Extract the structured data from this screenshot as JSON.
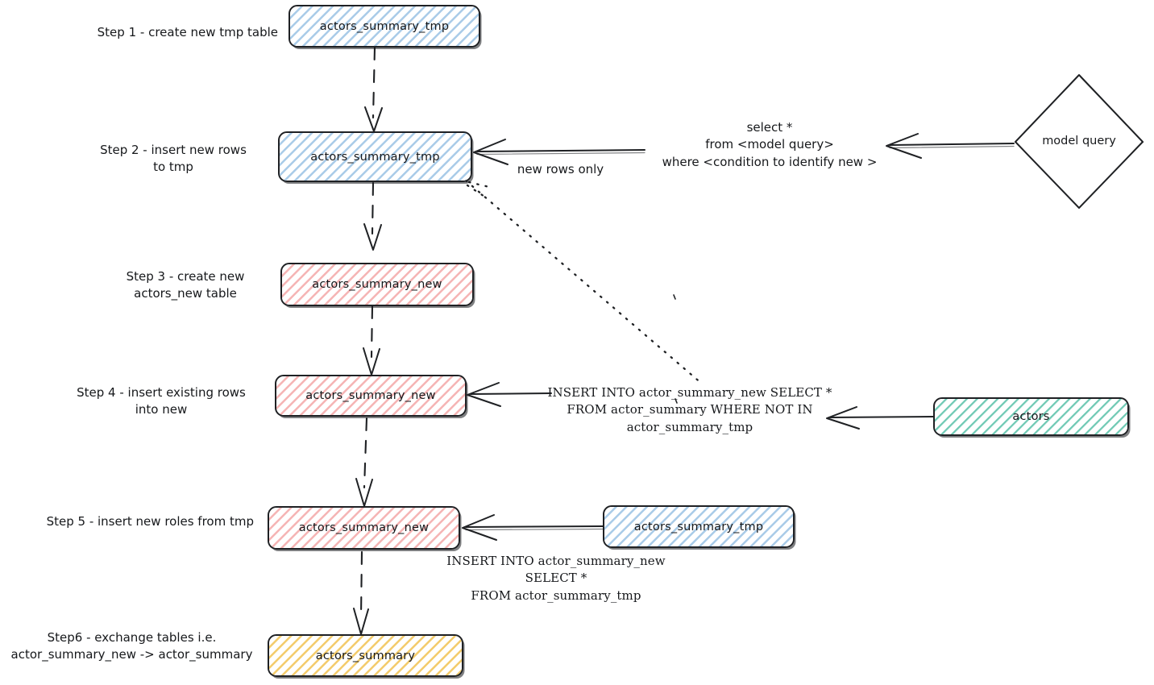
{
  "diagram": {
    "title": "Incremental table swap pipeline",
    "background": "#ffffff",
    "stroke": "#1f2124",
    "palette": {
      "blue": "#a9cbe8",
      "red": "#f2a9a9",
      "teal": "#4ab8a0",
      "yellow": "#f0c04a",
      "ink": "#16181b"
    }
  },
  "steps": [
    {
      "id": "step1",
      "label": "Step 1 - create new tmp table"
    },
    {
      "id": "step2",
      "label": "Step 2 - insert new rows\nto tmp"
    },
    {
      "id": "step3",
      "label": "Step 3 - create new\nactors_new table"
    },
    {
      "id": "step4",
      "label": "Step 4 - insert existing rows\ninto new"
    },
    {
      "id": "step5",
      "label": "Step 5 - insert new roles from tmp"
    },
    {
      "id": "step6",
      "label": "Step6 - exchange tables i.e.\nactor_summary_new -> actor_summary"
    }
  ],
  "nodes": [
    {
      "id": "tmp1",
      "label": "actors_summary_tmp",
      "color": "blue",
      "shape": "rounded-rect"
    },
    {
      "id": "tmp2",
      "label": "actors_summary_tmp",
      "color": "blue",
      "shape": "rounded-rect"
    },
    {
      "id": "new3",
      "label": "actors_summary_new",
      "color": "red",
      "shape": "rounded-rect"
    },
    {
      "id": "new4",
      "label": "actors_summary_new",
      "color": "red",
      "shape": "rounded-rect"
    },
    {
      "id": "new5",
      "label": "actors_summary_new",
      "color": "red",
      "shape": "rounded-rect"
    },
    {
      "id": "summary",
      "label": "actors_summary",
      "color": "yellow",
      "shape": "rounded-rect"
    },
    {
      "id": "tmp5",
      "label": "actors_summary_tmp",
      "color": "blue",
      "shape": "rounded-rect"
    },
    {
      "id": "actors",
      "label": "actors",
      "color": "teal",
      "shape": "rounded-rect"
    },
    {
      "id": "model",
      "label": "model query",
      "color": "none",
      "shape": "diamond"
    }
  ],
  "annotations": {
    "new_rows_only": "new rows only",
    "model_query_sql": "select *\nfrom <model query>\nwhere <condition to identify new >",
    "insert_existing_sql": "INSERT INTO actor_summary_new SELECT *\nFROM actor_summary WHERE NOT IN\nactor_summary_tmp",
    "insert_from_tmp_sql": "INSERT INTO actor_summary_new\nSELECT *\nFROM actor_summary_tmp"
  }
}
